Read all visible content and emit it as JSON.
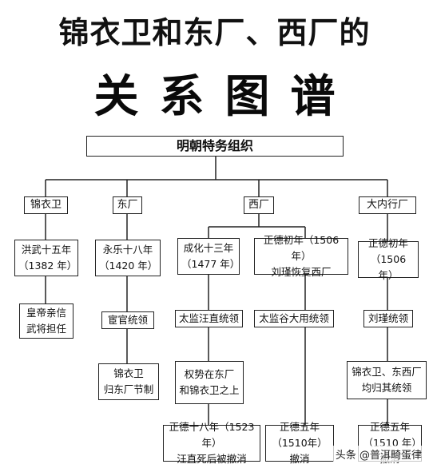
{
  "title_line1": "锦衣卫和东厂、西厂的",
  "title_line2": "关系图谱",
  "root": "明朝特务组织",
  "columns": [
    {
      "name": "锦衣卫",
      "cells": [
        "洪武十五年\n（1382 年）",
        "皇帝亲信\n武将担任"
      ]
    },
    {
      "name": "东厂",
      "cells": [
        "永乐十八年\n（1420 年）",
        "宦官统领",
        "锦衣卫\n归东厂节制"
      ]
    },
    {
      "name": "西厂",
      "branches": [
        {
          "cells": [
            "成化十三年\n（1477 年）",
            "太监汪直统领",
            "权势在东厂\n和锦衣卫之上",
            "正德十八年（1523 年）\n汪直死后被撤消"
          ]
        },
        {
          "cells": [
            "正德初年（1506 年）\n刘瑾恢复西厂",
            "太监谷大用统领",
            "正德五年\n（1510年）撤消"
          ]
        }
      ]
    },
    {
      "name": "大内行厂",
      "cells": [
        "正德初年\n（1506 年）",
        "刘瑾统领",
        "锦衣卫、东西厂\n均归其统领",
        "正德五年\n（1510 年）撤消"
      ]
    }
  ],
  "watermark": "头条 @普洱畸蛋律"
}
